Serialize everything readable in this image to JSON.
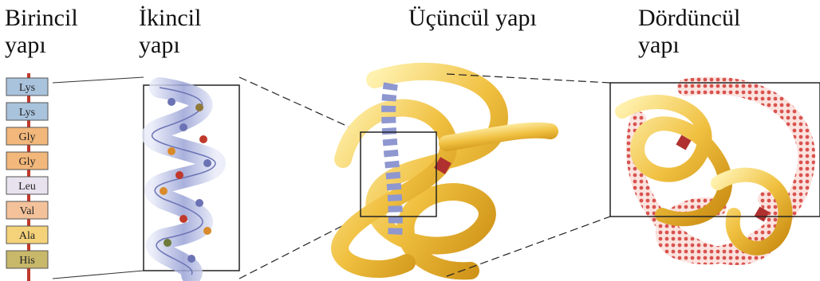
{
  "titles": {
    "primary": "Birincil\nyapı",
    "secondary": "İkincil\nyapı",
    "tertiary": "Üçüncül yapı",
    "quaternary": "Dördüncül\nyapı"
  },
  "primary_sequence": [
    {
      "label": "Lys",
      "color": "#a9c3dd"
    },
    {
      "label": "Lys",
      "color": "#a9c3dd"
    },
    {
      "label": "Gly",
      "color": "#f2b77a"
    },
    {
      "label": "Gly",
      "color": "#f2b77a"
    },
    {
      "label": "Leu",
      "color": "#e8e2ee"
    },
    {
      "label": "Val",
      "color": "#f4c29a"
    },
    {
      "label": "Ala",
      "color": "#f4d27a"
    },
    {
      "label": "His",
      "color": "#c8b86a"
    }
  ],
  "colors": {
    "backbone": "#c0392b",
    "helix": "#9aa3d6",
    "tertiary_ribbon": "#f0c040",
    "quaternary_red": "#d9534f",
    "box_stroke": "#222222"
  }
}
